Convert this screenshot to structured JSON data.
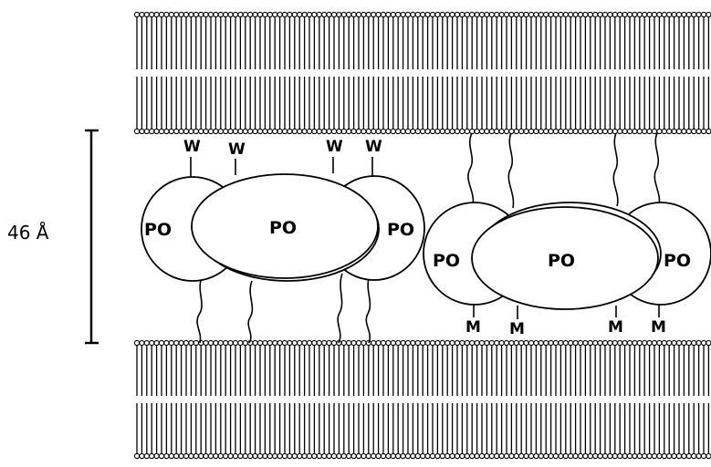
{
  "scale_bar": {
    "label": "46 Å"
  },
  "complexes": [
    {
      "proteins": [
        {
          "label": "PO"
        },
        {
          "label": "PO"
        },
        {
          "label": "PO"
        }
      ],
      "residues": [
        "W",
        "W",
        "W",
        "W"
      ]
    },
    {
      "proteins": [
        {
          "label": "PO"
        },
        {
          "label": "PO"
        },
        {
          "label": "PO"
        }
      ],
      "residues": [
        "M",
        "M",
        "M",
        "M"
      ]
    }
  ],
  "colors": {
    "line": "#000000",
    "fill": "#ffffff"
  }
}
